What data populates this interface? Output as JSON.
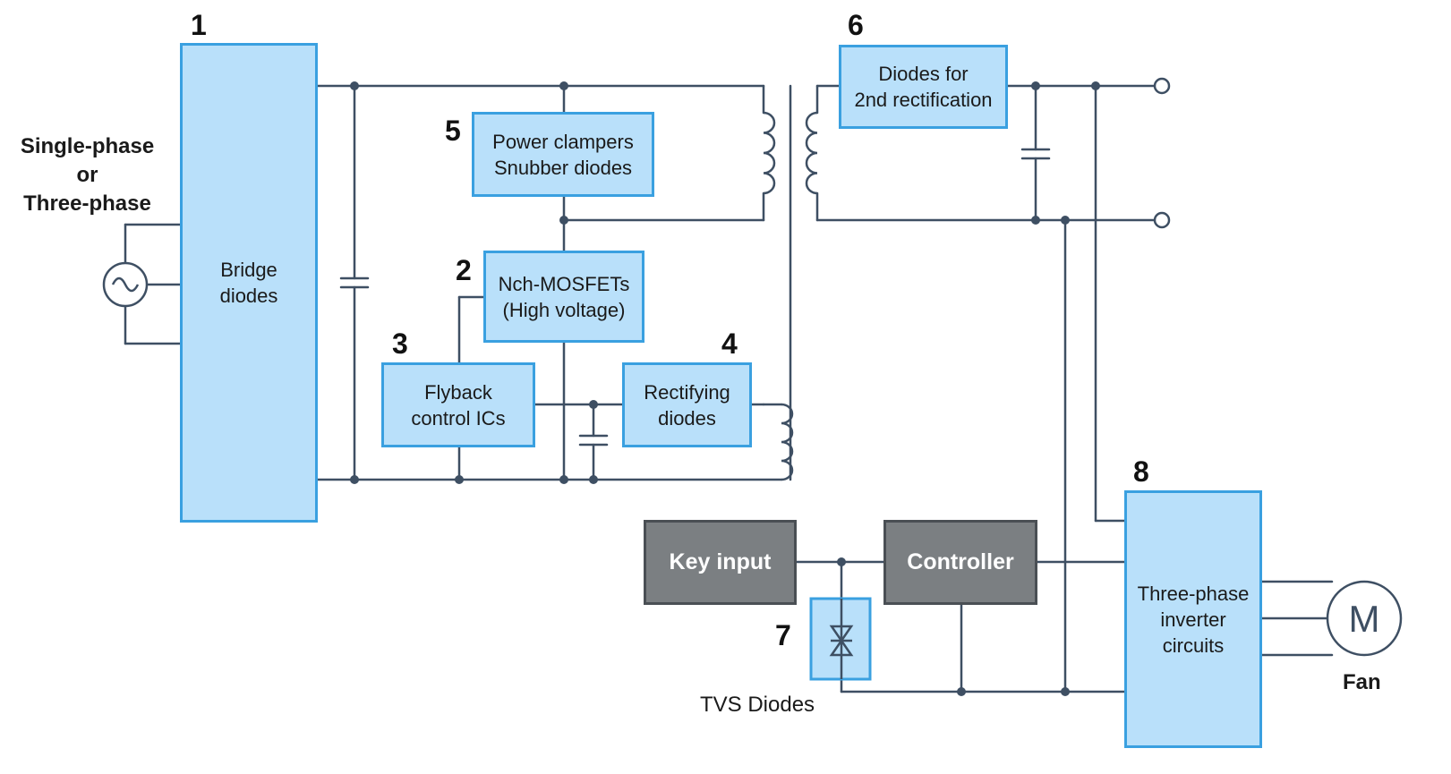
{
  "input_label": {
    "line1": "Single-phase",
    "line2": "or",
    "line3": "Three-phase"
  },
  "blocks": {
    "bridge": {
      "number": "1",
      "line1": "Bridge",
      "line2": "diodes"
    },
    "mosfet": {
      "number": "2",
      "line1": "Nch-MOSFETs",
      "line2": "(High voltage)"
    },
    "flyback": {
      "number": "3",
      "line1": "Flyback",
      "line2": "control ICs"
    },
    "rectifying": {
      "number": "4",
      "line1": "Rectifying",
      "line2": "diodes"
    },
    "clamper": {
      "number": "5",
      "line1": "Power clampers",
      "line2": "Snubber diodes"
    },
    "second_rect": {
      "number": "6",
      "line1": "Diodes for",
      "line2": "2nd rectification"
    },
    "tvs": {
      "number": "7",
      "label": "TVS Diodes"
    },
    "inverter": {
      "number": "8",
      "line1": "Three-phase",
      "line2": "inverter",
      "line3": "circuits"
    }
  },
  "key_input": "Key input",
  "controller": "Controller",
  "motor": {
    "symbol": "M",
    "label": "Fan"
  },
  "colors": {
    "block_fill": "#b9e0fa",
    "block_border": "#3aa0e0",
    "wire": "#3e4f63",
    "dark_block": "#7b7f82"
  }
}
